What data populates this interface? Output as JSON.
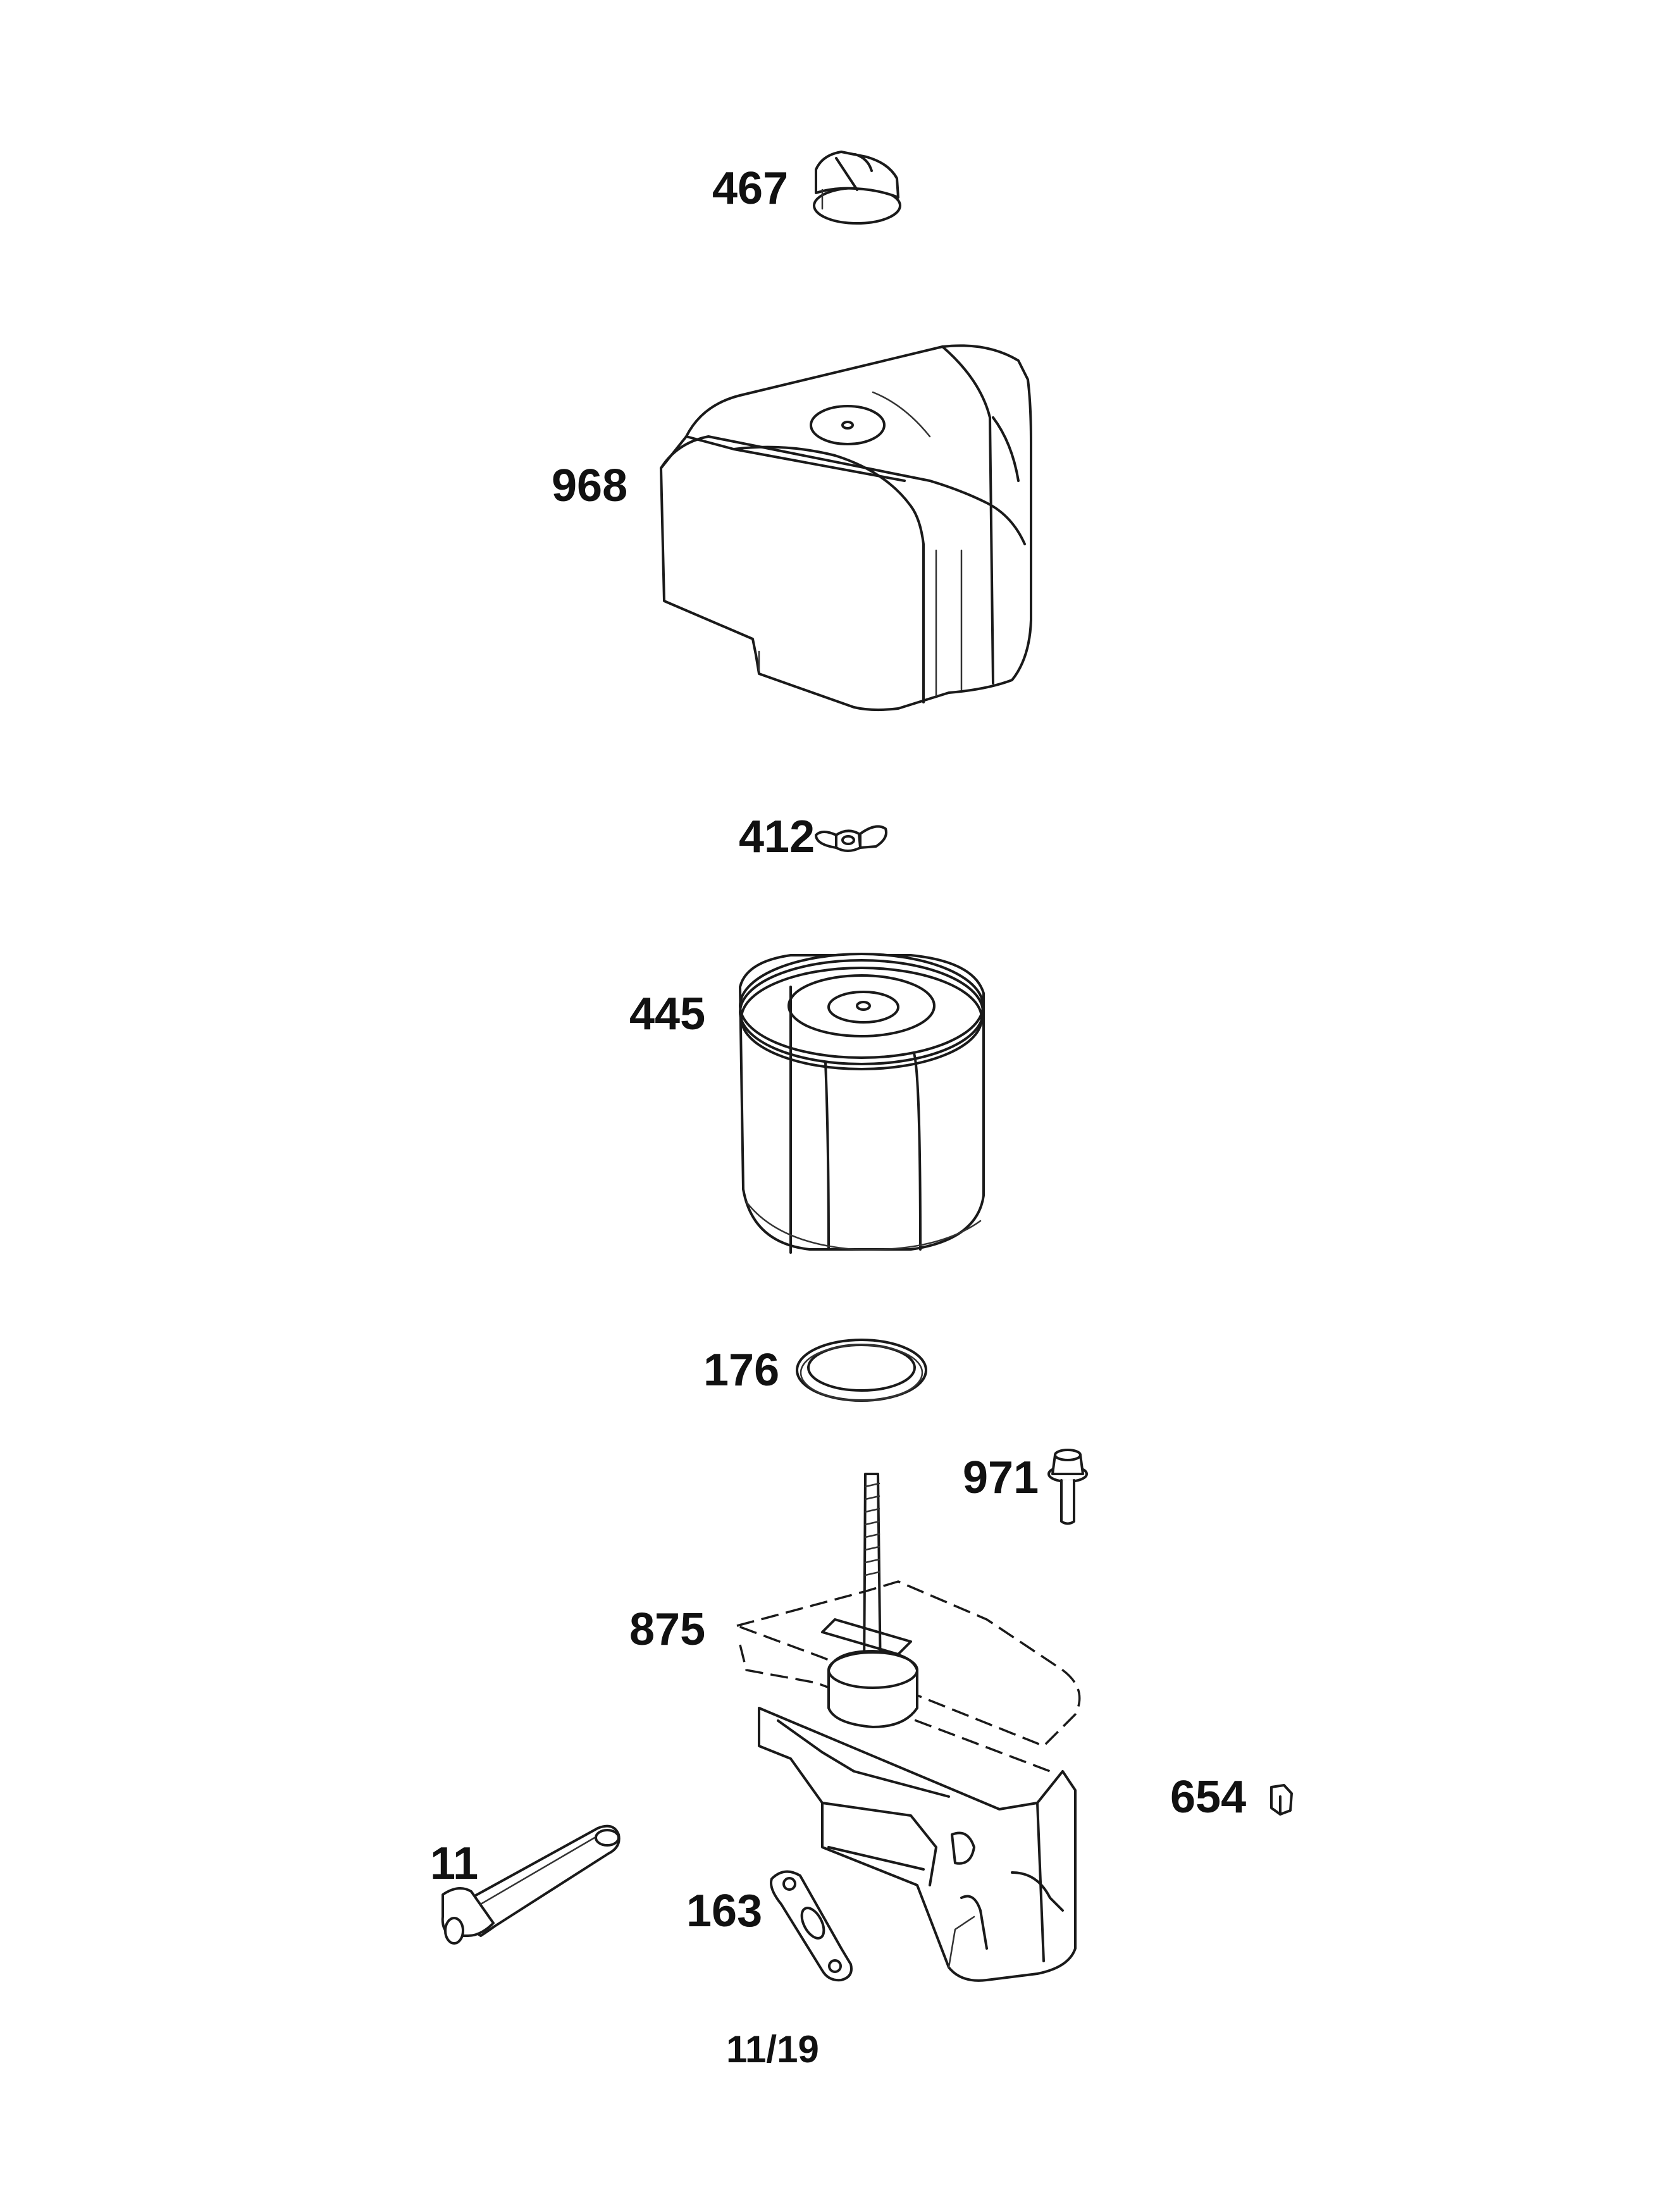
{
  "diagram": {
    "parts": [
      {
        "id": "467",
        "label": "467",
        "icon": "knob-icon"
      },
      {
        "id": "968",
        "label": "968",
        "icon": "air-cleaner-cover-icon"
      },
      {
        "id": "412",
        "label": "412",
        "icon": "wing-nut-icon"
      },
      {
        "id": "445",
        "label": "445",
        "icon": "air-filter-cartridge-icon"
      },
      {
        "id": "176",
        "label": "176",
        "icon": "seal-ring-icon"
      },
      {
        "id": "971",
        "label": "971",
        "icon": "bolt-icon"
      },
      {
        "id": "875",
        "label": "875",
        "icon": "air-cleaner-base-icon"
      },
      {
        "id": "654",
        "label": "654",
        "icon": "nut-icon"
      },
      {
        "id": "11",
        "label": "11",
        "icon": "breather-tube-icon"
      },
      {
        "id": "163",
        "label": "163",
        "icon": "gasket-icon"
      }
    ],
    "footer": "11/19"
  }
}
